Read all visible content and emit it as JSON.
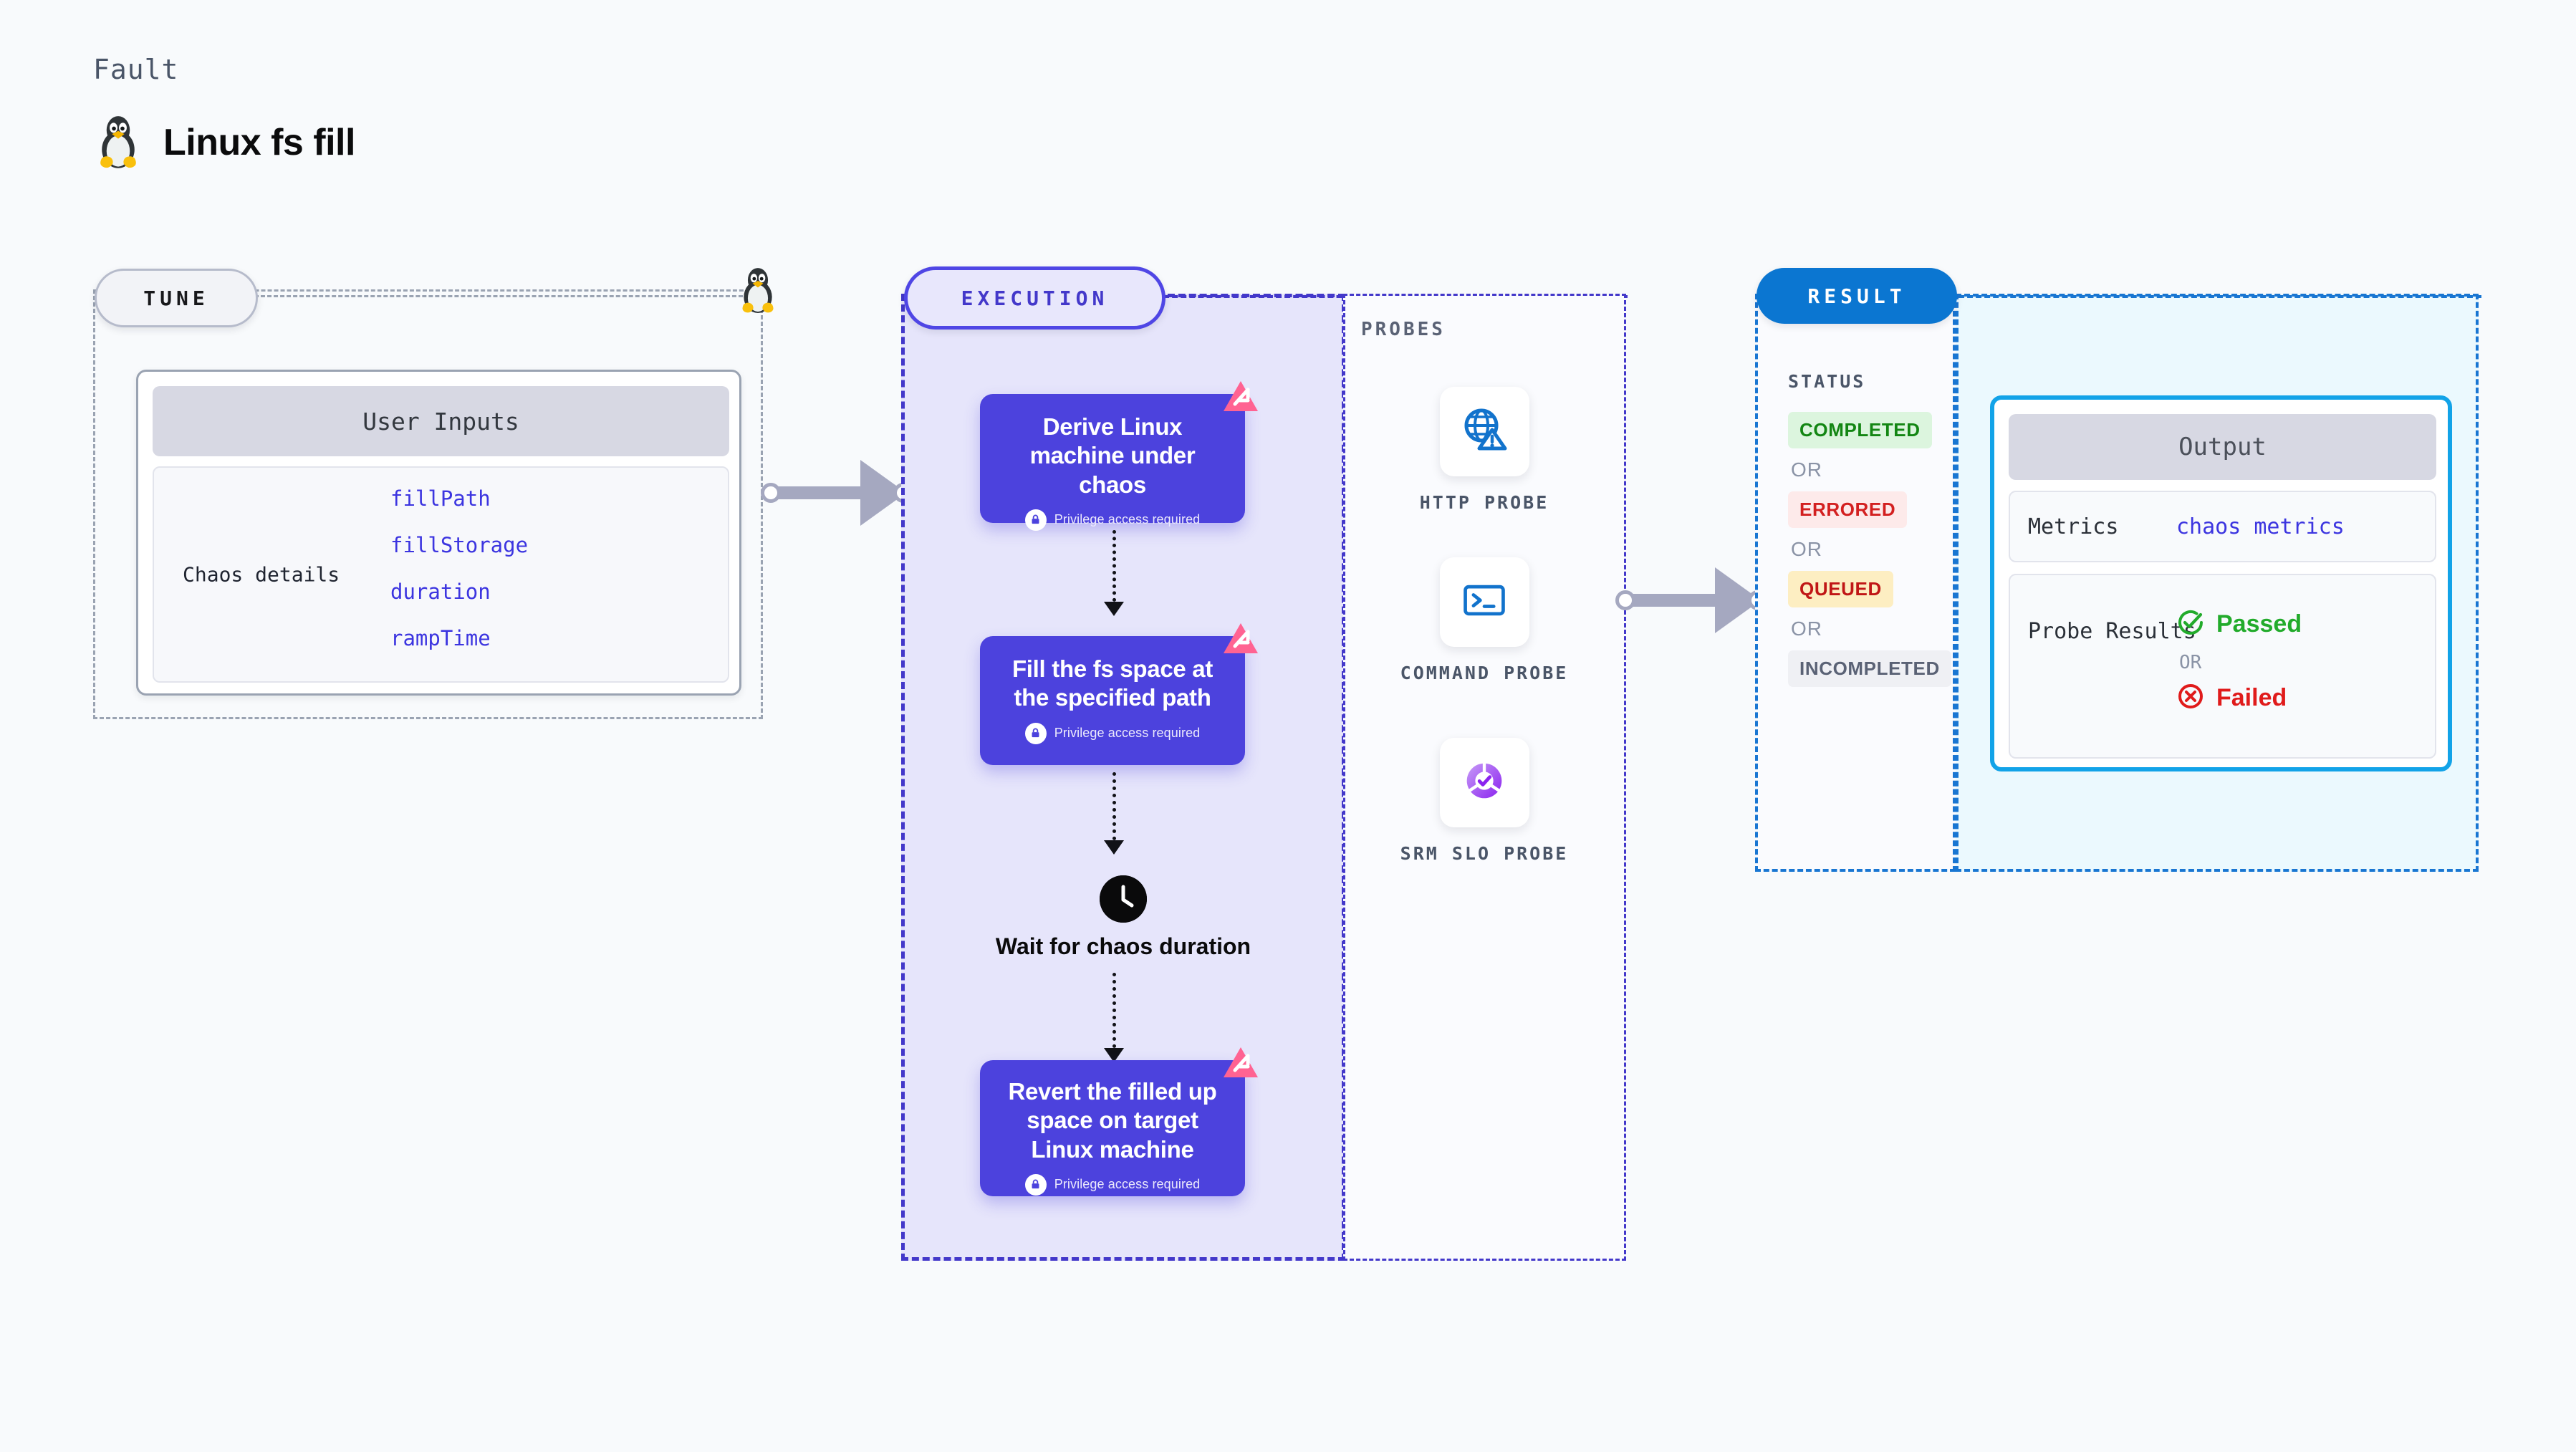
{
  "header": {
    "eyebrow": "Fault",
    "title": "Linux fs fill",
    "icon": "linux-penguin-icon"
  },
  "tune": {
    "pill_label": "TUNE",
    "connector_icon": "linux-penguin-icon",
    "card": {
      "header": "User Inputs",
      "group_label": "Chaos details",
      "params": [
        "fillPath",
        "fillStorage",
        "duration",
        "rampTime"
      ]
    }
  },
  "connectors": [
    {
      "name": "tune-to-execution"
    },
    {
      "name": "probes-to-result"
    }
  ],
  "execution": {
    "pill_label": "EXECUTION",
    "privilege_note": "Privilege access required",
    "nodes": [
      {
        "title": "Derive Linux machine under chaos",
        "privileged": true,
        "badge": "litmus-badge-icon"
      },
      {
        "title": "Fill the fs space at the specified path",
        "privileged": true,
        "badge": "litmus-badge-icon"
      },
      {
        "title": "Revert the filled up space on target Linux machine",
        "privileged": true,
        "badge": "litmus-badge-icon"
      }
    ],
    "wait": {
      "icon": "clock-icon",
      "label": "Wait for chaos duration"
    }
  },
  "probes": {
    "section_label": "PROBES",
    "items": [
      {
        "name": "HTTP PROBE",
        "icon": "globe-warning-icon"
      },
      {
        "name": "COMMAND PROBE",
        "icon": "terminal-icon"
      },
      {
        "name": "SRM SLO PROBE",
        "icon": "slo-donut-check-icon"
      }
    ]
  },
  "result": {
    "pill_label": "RESULT",
    "status_label": "STATUS",
    "or_label": "OR",
    "statuses": [
      {
        "label": "COMPLETED",
        "bg": "#dcf5de",
        "fg": "#138613"
      },
      {
        "label": "ERRORED",
        "bg": "#fdeaea",
        "fg": "#d32020"
      },
      {
        "label": "QUEUED",
        "bg": "#fdeec2",
        "fg": "#c01616"
      },
      {
        "label": "INCOMPLETED",
        "bg": "#eff0f4",
        "fg": "#5a6275"
      }
    ],
    "output": {
      "header": "Output",
      "metrics_key": "Metrics",
      "metrics_value": "chaos metrics",
      "probe_results_key": "Probe Results",
      "passed_label": "Passed",
      "failed_label": "Failed",
      "or_label": "OR",
      "passed_icon": "check-circle-icon",
      "failed_icon": "x-circle-icon"
    }
  },
  "colors": {
    "accent_indigo": "#4c42dd",
    "accent_blue": "#0b76d1",
    "accent_cyan": "#12a3e8",
    "param_blue": "#3c35e0",
    "badge_pink": "#ff6392",
    "passed_green": "#22ab2b",
    "failed_red": "#e01b1b",
    "page_bg": "#f8fafc"
  }
}
